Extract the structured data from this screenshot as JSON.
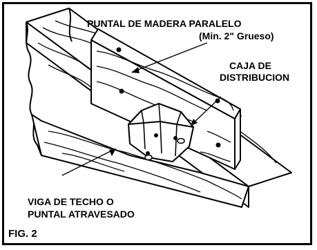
{
  "labels": {
    "stud_line1": "PUNTAL DE MADERA PARALELO",
    "stud_line2": "(Min. 2\" Grueso)",
    "box_line1": "CAJA DE",
    "box_line2": "DISTRIBUCION",
    "joist_line1": "VIGA DE TECHO O",
    "joist_line2": "PUNTAL ATRAVESADO",
    "figure": "FIG. 2"
  }
}
